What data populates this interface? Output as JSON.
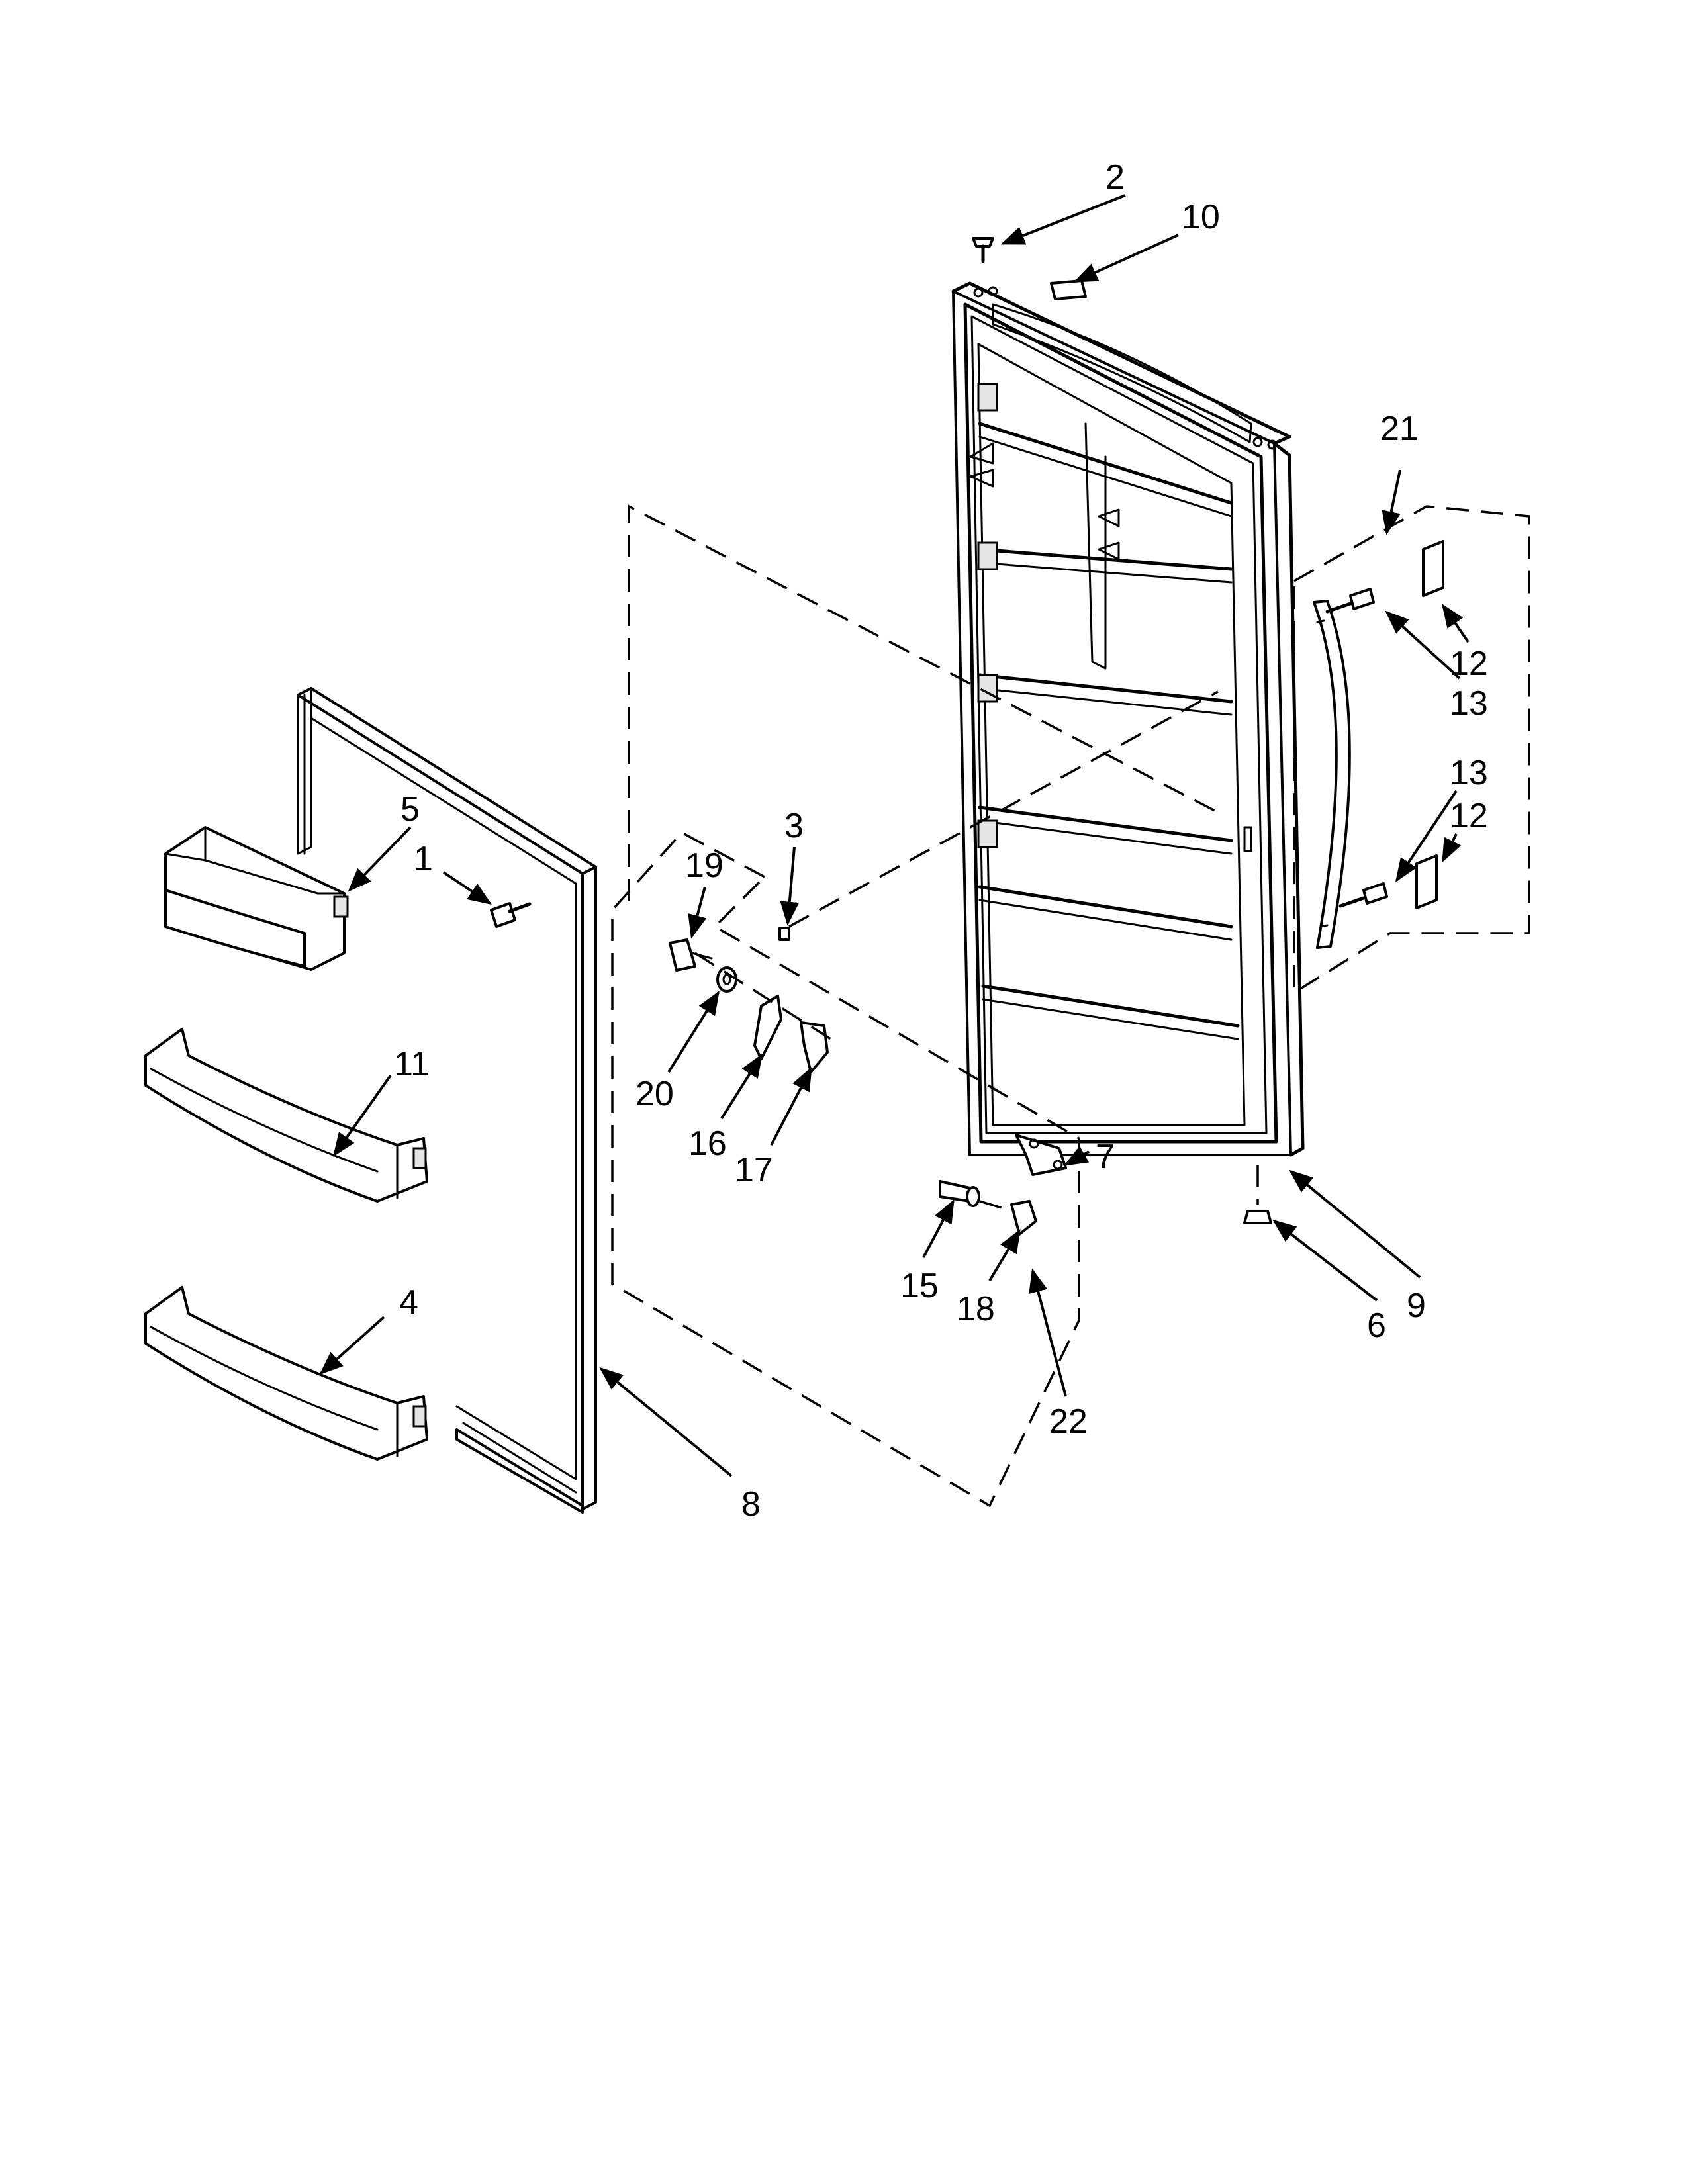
{
  "diagram": {
    "callouts": [
      {
        "id": "c2",
        "label": "2"
      },
      {
        "id": "c10",
        "label": "10"
      },
      {
        "id": "c21",
        "label": "21"
      },
      {
        "id": "c12a",
        "label": "12"
      },
      {
        "id": "c13a",
        "label": "13"
      },
      {
        "id": "c13b",
        "label": "13"
      },
      {
        "id": "c12b",
        "label": "12"
      },
      {
        "id": "c5",
        "label": "5"
      },
      {
        "id": "c1",
        "label": "1"
      },
      {
        "id": "c19",
        "label": "19"
      },
      {
        "id": "c3",
        "label": "3"
      },
      {
        "id": "c20",
        "label": "20"
      },
      {
        "id": "c16",
        "label": "16"
      },
      {
        "id": "c17",
        "label": "17"
      },
      {
        "id": "c11",
        "label": "11"
      },
      {
        "id": "c7",
        "label": "7"
      },
      {
        "id": "c15",
        "label": "15"
      },
      {
        "id": "c18",
        "label": "18"
      },
      {
        "id": "c9",
        "label": "9"
      },
      {
        "id": "c6",
        "label": "6"
      },
      {
        "id": "c22",
        "label": "22"
      },
      {
        "id": "c4",
        "label": "4"
      },
      {
        "id": "c8",
        "label": "8"
      }
    ]
  }
}
